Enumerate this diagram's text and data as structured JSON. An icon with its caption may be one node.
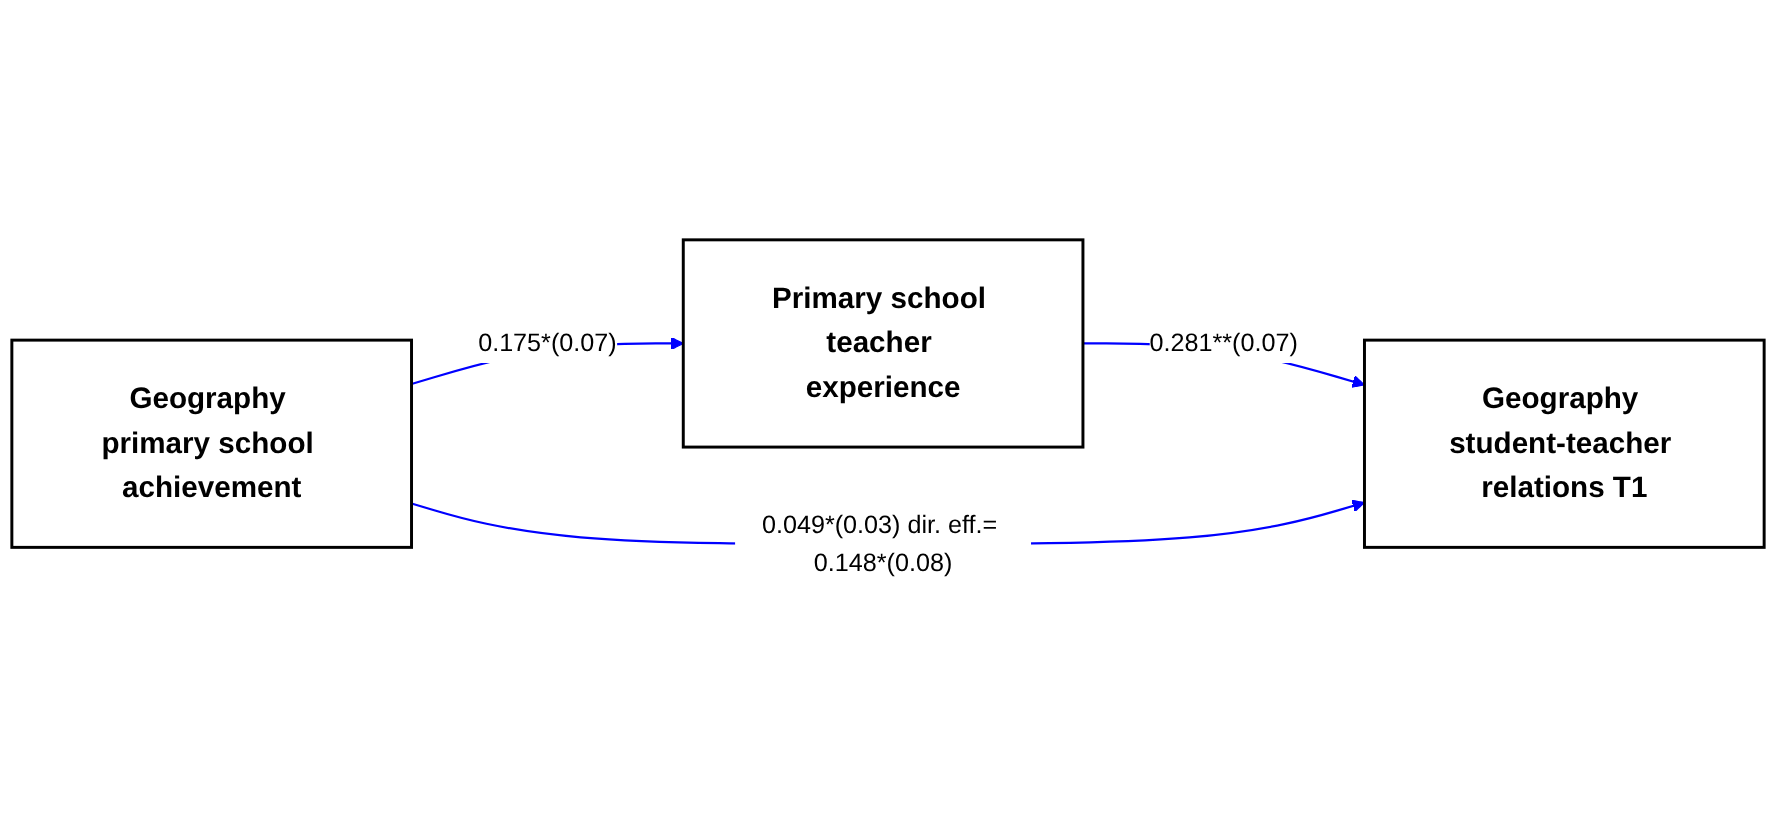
{
  "diagram": {
    "nodes": [
      {
        "text": [
          "Primary school teacher experience"
        ]
      },
      {
        "text": [
          "Geography primary school achievement"
        ]
      },
      {
        "text": [
          "Geography student-teacher relations T1"
        ]
      }
    ],
    "edges": [
      {
        "from": 1,
        "to": 0,
        "arrow": "to",
        "label": "0.175*(0.07)"
      },
      {
        "from": 0,
        "to": 2,
        "arrow": "to",
        "label": "0.281**(0.07)"
      },
      {
        "from": 1,
        "to": 2,
        "arrow": "to",
        "label": "0.049*(0.03) dir. eff.= 0.148*(0.08)"
      }
    ]
  }
}
